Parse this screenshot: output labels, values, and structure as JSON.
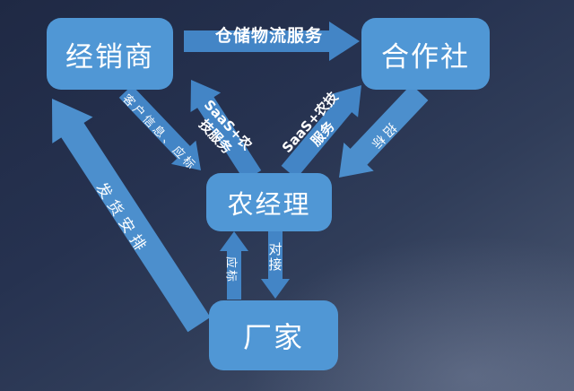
{
  "nodes": {
    "distributor": {
      "label": "经销商"
    },
    "cooperative": {
      "label": "合作社"
    },
    "farm_manager": {
      "label": "农经理"
    },
    "manufacturer": {
      "label": "厂家"
    }
  },
  "arrows": {
    "warehouse_logistics": {
      "label": "仓储物流服务",
      "from": "经销商",
      "to": "合作社"
    },
    "shipping_arrangement": {
      "label": "发货安排",
      "from": "厂家",
      "to": "经销商"
    },
    "customer_info_bid": {
      "label": "客户信息、应标",
      "from": "经销商",
      "to": "农经理"
    },
    "saas_agritech_left": {
      "line1": "SaaS+农",
      "line2": "技服务",
      "from": "农经理",
      "to": "经销商"
    },
    "saas_agritech_right": {
      "line1": "SaaS+农技",
      "line2": "服务",
      "from": "农经理",
      "to": "合作社"
    },
    "tender": {
      "label": "招标",
      "from": "合作社",
      "to": "农经理"
    },
    "bid_response": {
      "label": "应标",
      "from": "厂家",
      "to": "农经理"
    },
    "connect": {
      "label": "对接",
      "from": "农经理",
      "to": "厂家"
    }
  },
  "colors": {
    "node_fill": "#5097d5",
    "arrow_fill": "#4385c6",
    "text": "#ffffff",
    "background_top": "#1f2944",
    "background_bottom": "#4e5b76"
  }
}
